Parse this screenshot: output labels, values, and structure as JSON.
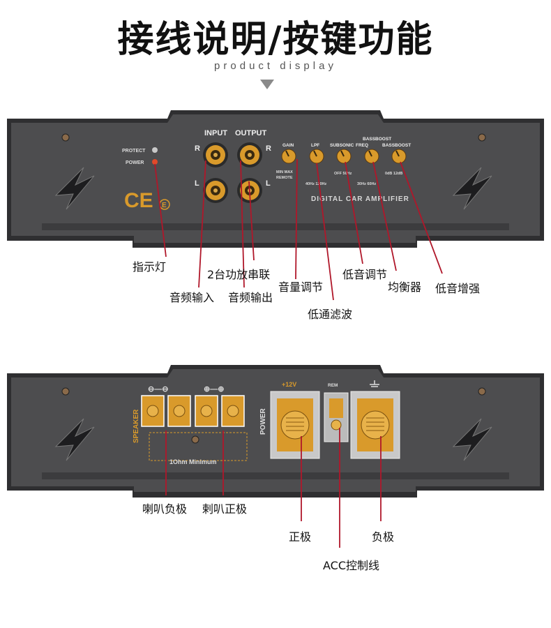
{
  "title": "接线说明/按键功能",
  "subtitle": "product display",
  "panel_top": {
    "input_label": "INPUT",
    "output_label": "OUTPUT",
    "r_label": "R",
    "l_label": "L",
    "protect_label": "PROTECT",
    "power_label": "POWER",
    "ce_mark": "CE",
    "e_mark": "E",
    "knob_labels": [
      "GAIN",
      "LPF",
      "SUBSONIC",
      "FREQ",
      "BASSBOOST"
    ],
    "bassboost_header": "BASSBOOST",
    "gain_range": "MIN  MAX",
    "remote_label": "REMOTE",
    "lpf_range": "40Hz 120Hz",
    "subsonic_range": "OFF  50Hz",
    "freq_range": "30Hz 60Hz",
    "boost_range": "0dB  12dB",
    "model_text": "DIGITAL CAR AMPLIFIER"
  },
  "panel_bottom": {
    "speaker_label": "SPEAKER",
    "power_label": "POWER",
    "minimum_label": "1Ohm Minimum",
    "v12_label": "+12V",
    "rem_label": "REM",
    "neg_symbols": "⊖—⊖",
    "pos_symbols": "⊕—⊕"
  },
  "annotations_top": [
    "指示灯",
    "2台功放串联",
    "音频输入",
    "音频输出",
    "音量调节",
    "低通滤波",
    "低音调节",
    "均衡器",
    "低音增强"
  ],
  "annotations_bottom": [
    "喇叭负极",
    "剌叭正极",
    "正极",
    "负极",
    "ACC控制线"
  ],
  "colors": {
    "panel": "#4b4b4d",
    "panel_dark": "#2e2e30",
    "gold": "#d99a2b",
    "leader_line": "#b0172a",
    "text": "#111111"
  }
}
